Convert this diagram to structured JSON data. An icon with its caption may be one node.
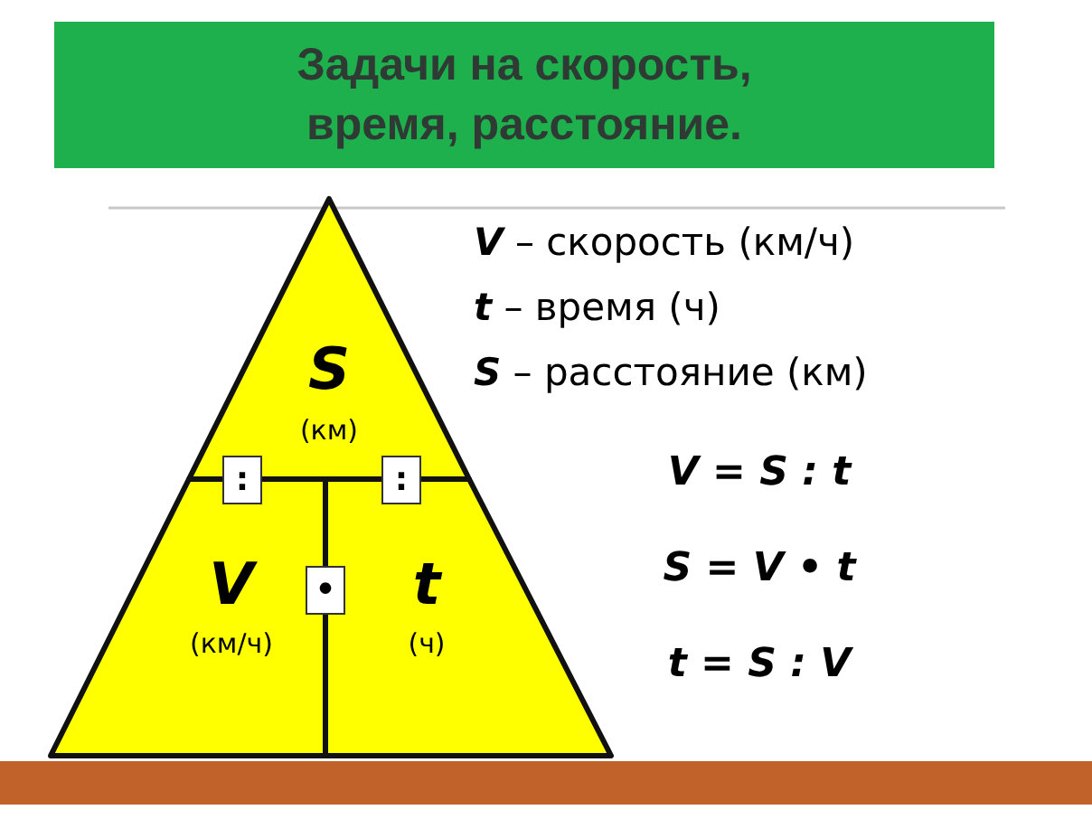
{
  "diagram": {
    "title": "Задачи на скорость, время, расстояние.",
    "nodes": [
      {
        "text": [
          "S",
          "(км)"
        ]
      },
      {
        "text": [
          ":"
        ]
      },
      {
        "text": [
          ":"
        ]
      },
      {
        "text": [
          "V",
          "(км/ч)"
        ]
      },
      {
        "text": [
          "•"
        ]
      },
      {
        "text": [
          "t",
          "(ч)"
        ]
      }
    ],
    "edges": [],
    "labels": [
      "**V** – скорость (км/ч)",
      "**t** – время (ч)",
      "**S** – расстояние (км)",
      "V = S : t",
      "S = V • t",
      "t = S : V"
    ]
  }
}
